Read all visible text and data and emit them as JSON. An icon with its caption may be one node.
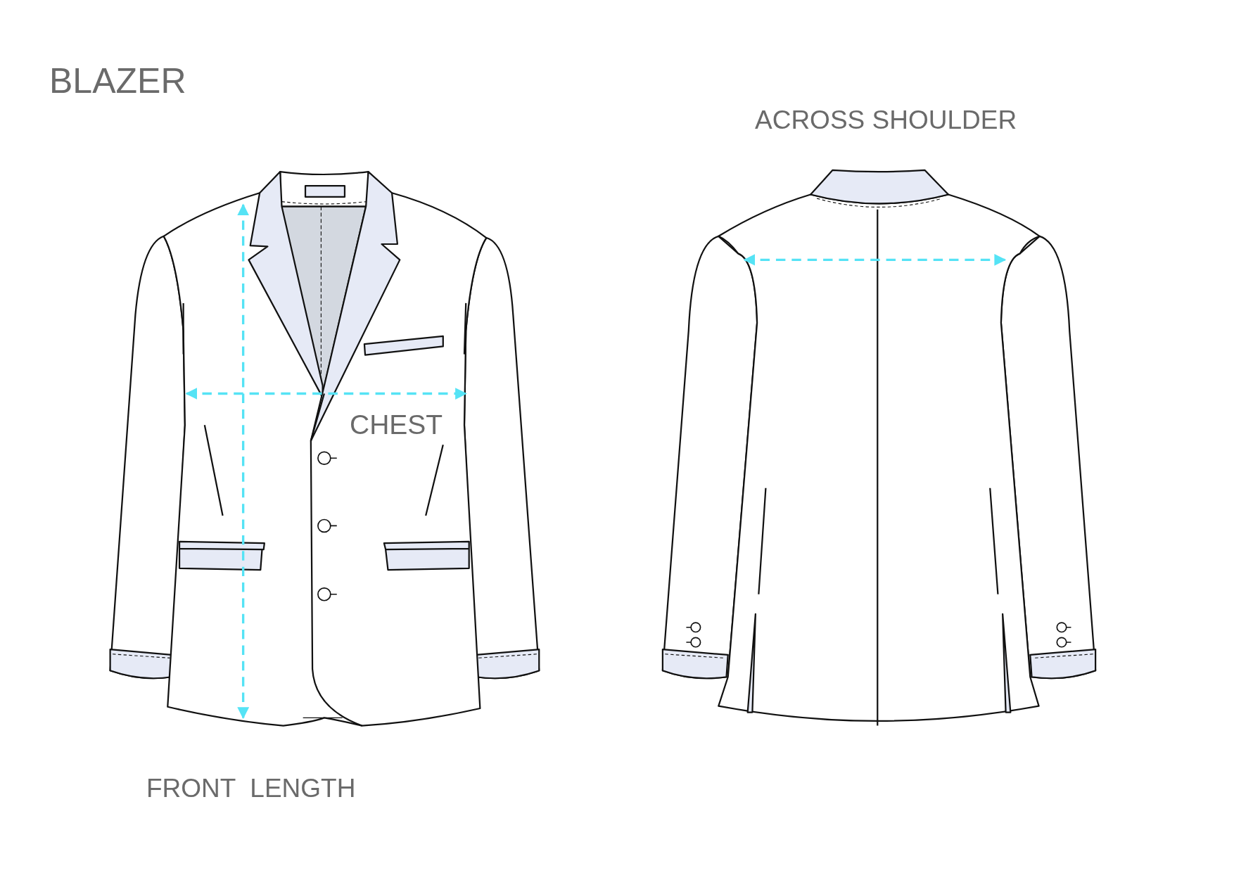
{
  "diagram": {
    "title": "BLAZER",
    "labels": [
      "ACROSS SHOULDER",
      "CHEST",
      "FRONT  LENGTH"
    ]
  }
}
